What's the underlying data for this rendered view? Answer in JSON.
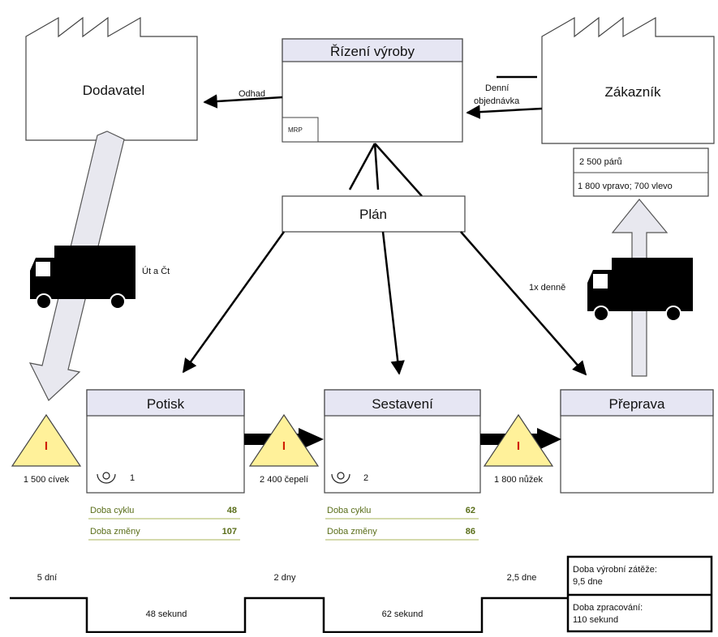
{
  "supplier": {
    "label": "Dodavatel"
  },
  "customer": {
    "label": "Zákazník"
  },
  "production_control": {
    "title": "Řízení výroby",
    "system": "MRP"
  },
  "plan": {
    "label": "Plán"
  },
  "flows": {
    "forecast": "Odhad",
    "daily_order_line1": "Denní",
    "daily_order_line2": "objednávka"
  },
  "demand": {
    "line1": "2 500 párů",
    "line2": "1 800 vpravo; 700 vlevo"
  },
  "shipments": {
    "inbound": "Út a Čt",
    "outbound": "1x denně"
  },
  "processes": [
    {
      "title": "Potisk",
      "operators": "1",
      "metrics": [
        {
          "label": "Doba cyklu",
          "value": "48"
        },
        {
          "label": "Doba změny",
          "value": "107"
        }
      ]
    },
    {
      "title": "Sestavení",
      "operators": "2",
      "metrics": [
        {
          "label": "Doba cyklu",
          "value": "62"
        },
        {
          "label": "Doba změny",
          "value": "86"
        }
      ]
    },
    {
      "title": "Přeprava"
    }
  ],
  "inventory": [
    {
      "symbol": "I",
      "label": "1 500 cívek"
    },
    {
      "symbol": "I",
      "label": "2 400 čepelí"
    },
    {
      "symbol": "I",
      "label": "1 800 nůžek"
    }
  ],
  "timeline": {
    "wait_times": [
      "5 dní",
      "2 dny",
      "2,5 dne"
    ],
    "process_times": [
      "48 sekund",
      "62 sekund"
    ]
  },
  "summary": {
    "lead_time_label": "Doba výrobní zátěže:",
    "lead_time_value": "9,5 dne",
    "processing_label": "Doba zpracování:",
    "processing_value": "110 sekund"
  },
  "colors": {
    "header_fill": "#e6e6f3",
    "inventory_fill": "#fff19a",
    "inventory_symbol": "#d02000",
    "metric_text": "#5a6e1a",
    "metric_line": "#a8b45a",
    "arrow_fill": "#e8e8ef"
  }
}
